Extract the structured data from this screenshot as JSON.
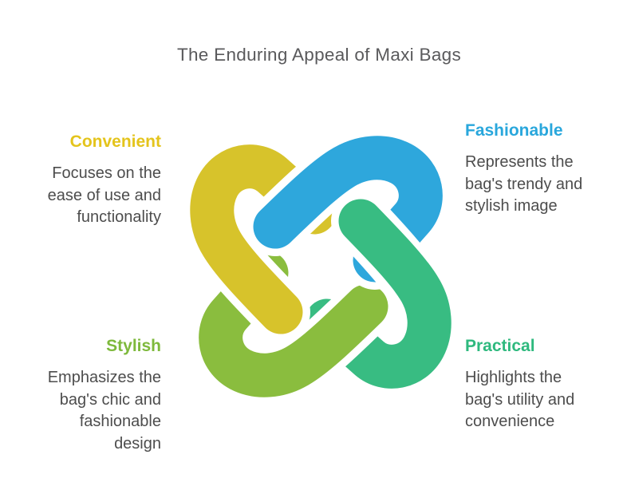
{
  "title": {
    "text": "The Enduring Appeal of Maxi Bags",
    "color": "#5a5a5c"
  },
  "body_text_color": "#4d4d4d",
  "quadrants": [
    {
      "position": "top-left",
      "heading": "Convenient",
      "heading_color": "#e4c41c",
      "body": [
        "Focuses on the",
        "ease of use and",
        "functionality"
      ]
    },
    {
      "position": "top-right",
      "heading": "Fashionable",
      "heading_color": "#29a7dc",
      "body": [
        "Represents the",
        "bag's trendy and",
        "stylish image"
      ]
    },
    {
      "position": "bottom-left",
      "heading": "Stylish",
      "heading_color": "#7eb93c",
      "body": [
        "Emphasizes the",
        "bag's chic and",
        "fashionable",
        "design"
      ]
    },
    {
      "position": "bottom-right",
      "heading": "Practical",
      "heading_color": "#2eb97e",
      "body": [
        "Highlights the",
        "bag's utility and",
        "convenience"
      ]
    }
  ],
  "knot": {
    "description": "four interlocking rounded hook strands forming a central knot",
    "colors": {
      "convenient_yellow": "#d7c32b",
      "fashionable_blue": "#2ea7dc",
      "stylish_green": "#8abd3e",
      "practical_teal": "#38bc82"
    },
    "gap_color": "#ffffff"
  }
}
